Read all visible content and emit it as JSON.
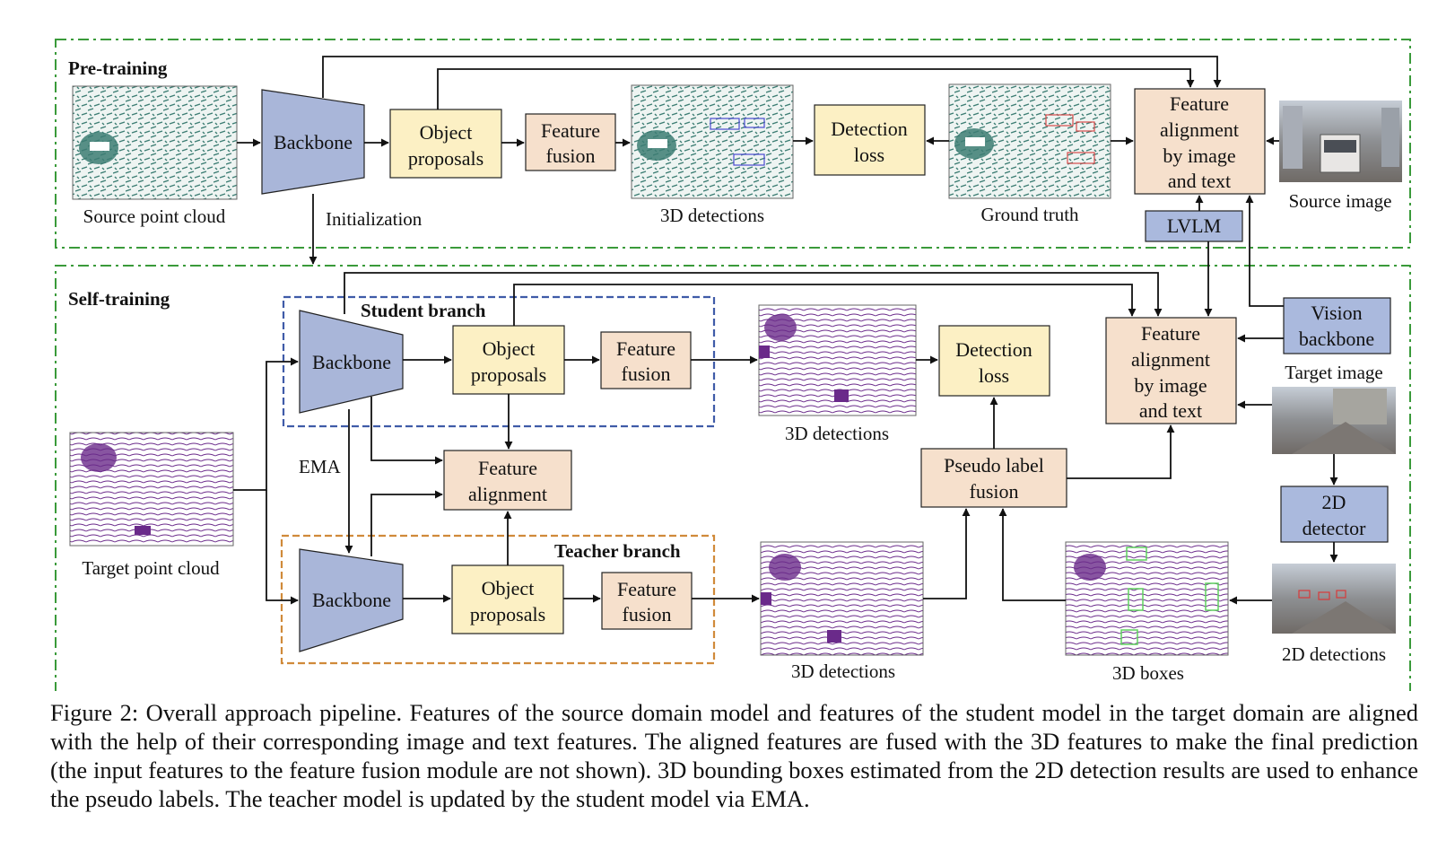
{
  "sections": {
    "pretraining": "Pre-training",
    "selftraining": "Self-training",
    "student": "Student branch",
    "teacher": "Teacher branch"
  },
  "blocks": {
    "backbone": "Backbone",
    "object_proposals": [
      "Object",
      "proposals"
    ],
    "feature_fusion": [
      "Feature",
      "fusion"
    ],
    "detection_loss": [
      "Detection",
      "loss"
    ],
    "feature_alignment_image_text": [
      "Feature",
      "alignment",
      "by image",
      "and text"
    ],
    "lvlm": "LVLM",
    "vision_backbone": [
      "Vision",
      "backbone"
    ],
    "feature_alignment": [
      "Feature",
      "alignment"
    ],
    "pseudo_label_fusion": [
      "Pseudo label",
      "fusion"
    ],
    "detector_2d": [
      "2D",
      "detector"
    ]
  },
  "labels": {
    "source_point_cloud": "Source point cloud",
    "initialization": "Initialization",
    "detections_3d": "3D detections",
    "ground_truth": "Ground truth",
    "source_image": "Source image",
    "target_image": "Target image",
    "ema": "EMA",
    "target_point_cloud": "Target point cloud",
    "boxes_3d": "3D boxes",
    "detections_2d": "2D detections"
  },
  "colors": {
    "backbone_fill": "#a9b6d9",
    "proposal_fill": "#fcf0c4",
    "fusion_fill": "#f6e0cc",
    "lvlm_fill": "#aab9dd",
    "green_dash": "#3a9a3a",
    "student_dash": "#3f5ba8",
    "teacher_dash": "#d08a3a",
    "cloud_teal": "#3c7d73",
    "cloud_purple": "#6a2a8a"
  },
  "caption": "Figure 2: Overall approach pipeline. Features of the source domain model and features of the student model in the target domain are aligned with the help of their corresponding image and text features. The aligned features are fused with the 3D features to make the final prediction (the input features to the feature fusion module are not shown). 3D bounding boxes estimated from the 2D detection results are used to enhance the pseudo labels. The teacher model is updated by the student model via EMA."
}
